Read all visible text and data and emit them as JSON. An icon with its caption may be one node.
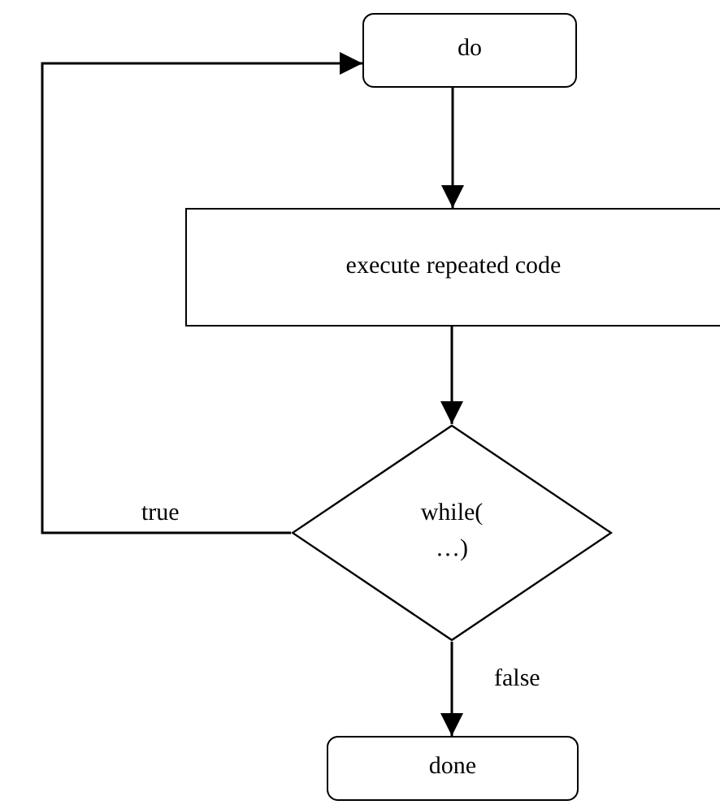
{
  "diagram": {
    "nodes": [
      {
        "text": [
          "do"
        ]
      },
      {
        "text": [
          "execute repeated code"
        ]
      },
      {
        "text": [
          "while( …)"
        ]
      },
      {
        "text": [
          "done"
        ]
      }
    ],
    "edges": [
      {
        "from": 0,
        "to": 1,
        "arrow": "to"
      },
      {
        "from": 1,
        "to": 2,
        "arrow": "to"
      },
      {
        "from": 2,
        "to": 0,
        "arrow": "to",
        "label": "true"
      },
      {
        "from": 2,
        "to": 3,
        "arrow": "to",
        "label": "false"
      }
    ]
  }
}
